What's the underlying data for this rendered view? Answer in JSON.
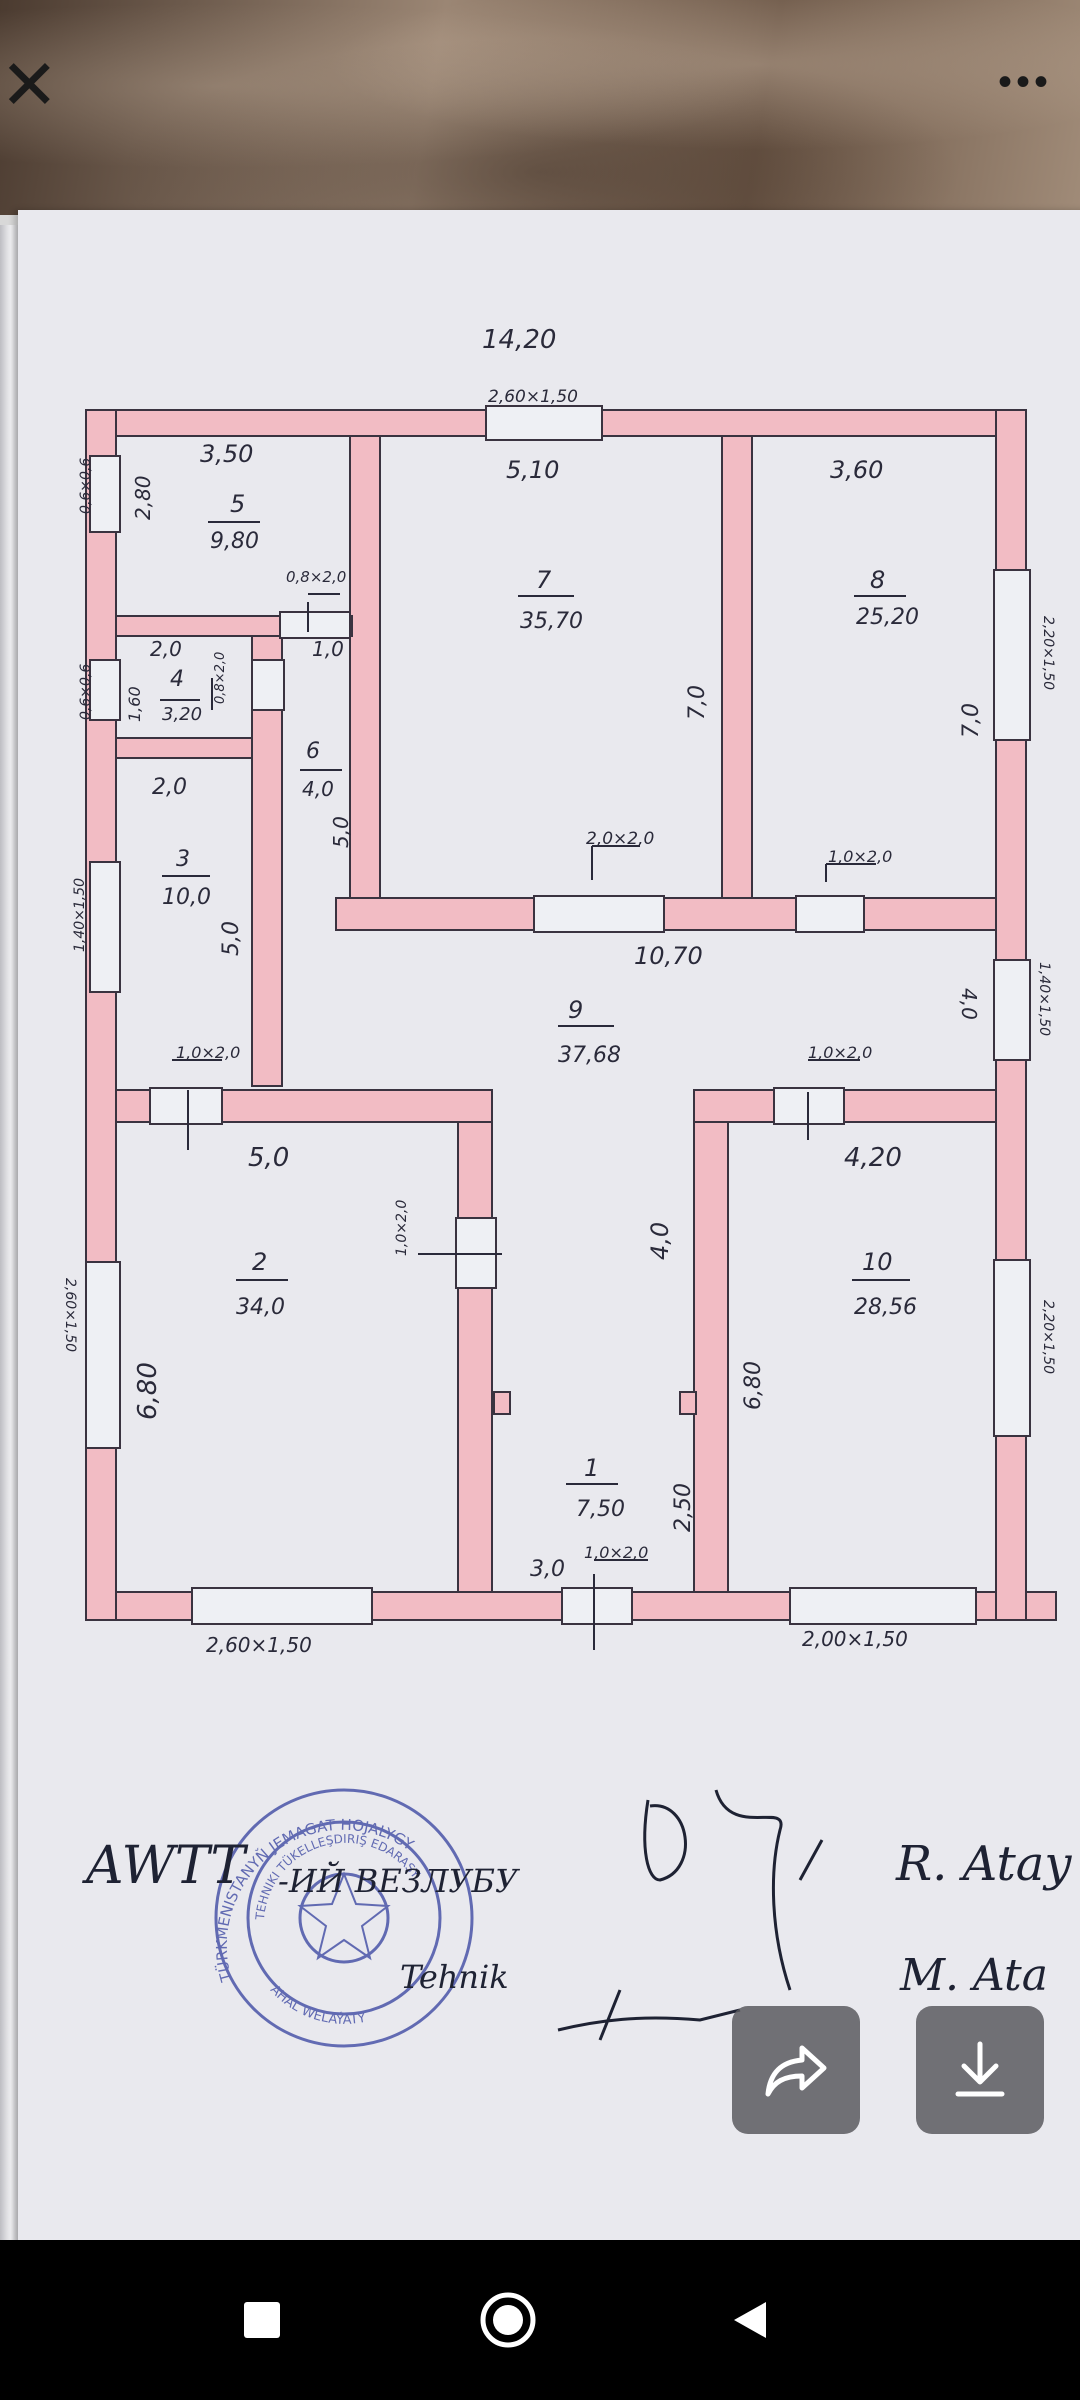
{
  "plan": {
    "overall_width": "14,20",
    "top_window": "2,60×1,50",
    "bottom_left_window": "2,60×1,50",
    "bottom_right_window": "2,00×1,50",
    "left_window_upper": "0,6×0,6",
    "left_window_mid": "0,6×0,6",
    "left_window_room3": "1,40×1,50",
    "left_window_room2": "2,60×1,50",
    "right_window_room8": "2,20×1,50",
    "right_window_corridor": "1,40×1,50",
    "right_window_room10": "2,20×1,50",
    "door_small": "0,8×2,0",
    "room5": {
      "num": "5",
      "area": "9,80",
      "w": "3,50",
      "h": "2,80"
    },
    "room4": {
      "num": "4",
      "area": "3,20",
      "w": "2,0",
      "h": "1,60"
    },
    "room4_door": "0,8×2,0",
    "room6": {
      "num": "6",
      "area": "4,0",
      "w": "1,0",
      "h": "5,0"
    },
    "room3": {
      "num": "3",
      "area": "10,0",
      "w": "2,0",
      "h": "5,0"
    },
    "room7": {
      "num": "7",
      "area": "35,70",
      "w": "5,10",
      "h": "7,0"
    },
    "room8": {
      "num": "8",
      "area": "25,20",
      "w": "3,60",
      "h": "7,0"
    },
    "room9": {
      "num": "9",
      "area": "37,68",
      "w": "10,70",
      "h": "4,0"
    },
    "door_room7": "2,0×2,0",
    "door_room8": "1,0×2,0",
    "door_room3": "1,0×2,0",
    "door_room10": "1,0×2,0",
    "door_room2": "1,0×2,0",
    "door_entry": "1,0×2,0",
    "room2": {
      "num": "2",
      "area": "34,0",
      "w": "5,0",
      "h": "6,80"
    },
    "room10": {
      "num": "10",
      "area": "28,56",
      "w": "4,20",
      "h": "6,80"
    },
    "room1": {
      "num": "1",
      "area": "7,50",
      "w": "3,0",
      "h": "2,50"
    },
    "corridor_h": "4,0"
  },
  "signatures": {
    "line1_left": "AWTT",
    "line1_mid": "-ИЙ ВЕЗЛУБУ",
    "line1_right": "R. Atay",
    "line2_left": "Tehnik",
    "line2_right": "M. Ata"
  },
  "stamp": {
    "outer_text": "TÜRKMENISTANYŇ JEMAGAT HOJALYGY",
    "inner_text": "TEHNIKI TÜKELLEŞDIRIŞ EDARASY",
    "bottom_text": "AHAL WELAÝATY"
  },
  "colors": {
    "wall": "#f0b8c0",
    "ink": "#2a2a3a",
    "stamp": "#4a55a8"
  }
}
